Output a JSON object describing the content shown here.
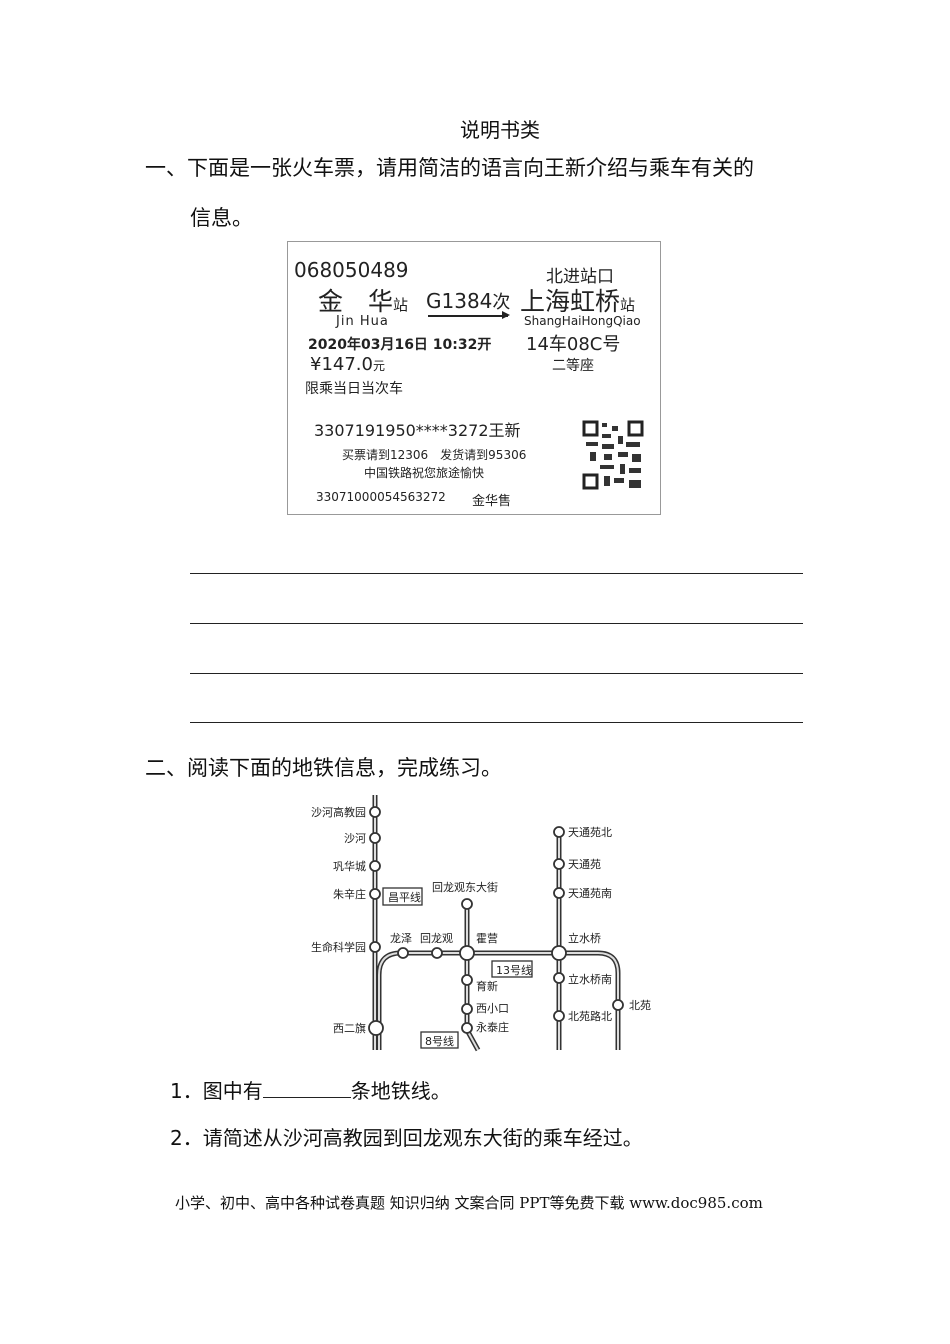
{
  "title": "说明书类",
  "q1": {
    "line1": "一、下面是一张火车票，请用简洁的语言向王新介绍与乘车有关的",
    "line2": "信息。"
  },
  "ticket": {
    "ticket_no": "068050489",
    "entrance": "北进站口",
    "from": "金　华",
    "from_suffix": "站",
    "from_pinyin": "Jin Hua",
    "train": "G1384",
    "train_suffix": "次",
    "to": "上海虹桥",
    "to_suffix": "站",
    "to_pinyin": "ShangHaiHongQiao",
    "date_time": "2020年03月16日  10:32开",
    "seat": "14车08C号",
    "price": "¥147.0",
    "price_unit": "元",
    "seat_class": "二等座",
    "limit": "限乘当日当次车",
    "passenger": "3307191950****3272王新",
    "service": "买票请到12306　发货请到95306",
    "wish": "中国铁路祝您旅途愉快",
    "serial": "33071000054563272",
    "sold_at": "金华售"
  },
  "q2": {
    "heading": "二、阅读下面的地铁信息，完成练习。",
    "item1_pre": "1．图中有",
    "item1_post": "条地铁线。",
    "item2": "2．请简述从沙河高教园到回龙观东大街的乘车经过。"
  },
  "map": {
    "lines": {
      "changping": "昌平线",
      "line13": "13号线",
      "line8": "8号线"
    },
    "stations": [
      "沙河高教园",
      "沙河",
      "巩华城",
      "朱辛庄",
      "生命科学园",
      "西二旗",
      "龙泽",
      "回龙观",
      "霍营",
      "回龙观东大街",
      "育新",
      "西小口",
      "永泰庄",
      "立水桥",
      "天通苑北",
      "天通苑",
      "天通苑南",
      "立水桥南",
      "北苑路北",
      "北苑"
    ]
  },
  "footer": "小学、初中、高中各种试卷真题 知识归纳 文案合同 PPT等免费下载   www.doc985.com"
}
